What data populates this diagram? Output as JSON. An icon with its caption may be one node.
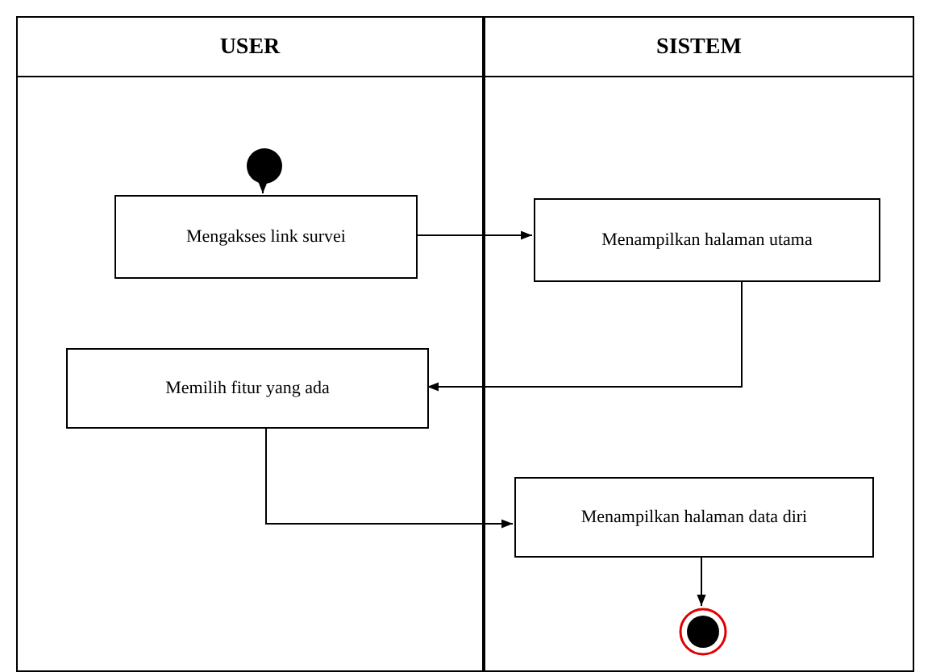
{
  "diagram": {
    "nodes": [
      {
        "text": [
          "USER"
        ]
      },
      {
        "text": [
          "SISTEM"
        ]
      },
      {
        "text": [],
        "shape": "circle",
        "in": 0
      },
      {
        "text": [
          "Mengakses link survei"
        ],
        "in": 0
      },
      {
        "text": [
          "Menampilkan halaman utama"
        ],
        "in": 1
      },
      {
        "text": [
          "Memilih fitur yang ada"
        ],
        "in": 0
      },
      {
        "text": [
          "Menampilkan halaman data diri"
        ],
        "in": 1
      },
      {
        "text": [],
        "shape": "circle",
        "in": 1
      }
    ],
    "edges": [
      {
        "from": 2,
        "to": 3,
        "arrow": "to"
      },
      {
        "from": 3,
        "to": 4,
        "arrow": "to"
      },
      {
        "from": 4,
        "to": 5,
        "arrow": "to"
      },
      {
        "from": 5,
        "to": 6,
        "arrow": "to"
      },
      {
        "from": 6,
        "to": 7,
        "arrow": "to"
      }
    ]
  }
}
